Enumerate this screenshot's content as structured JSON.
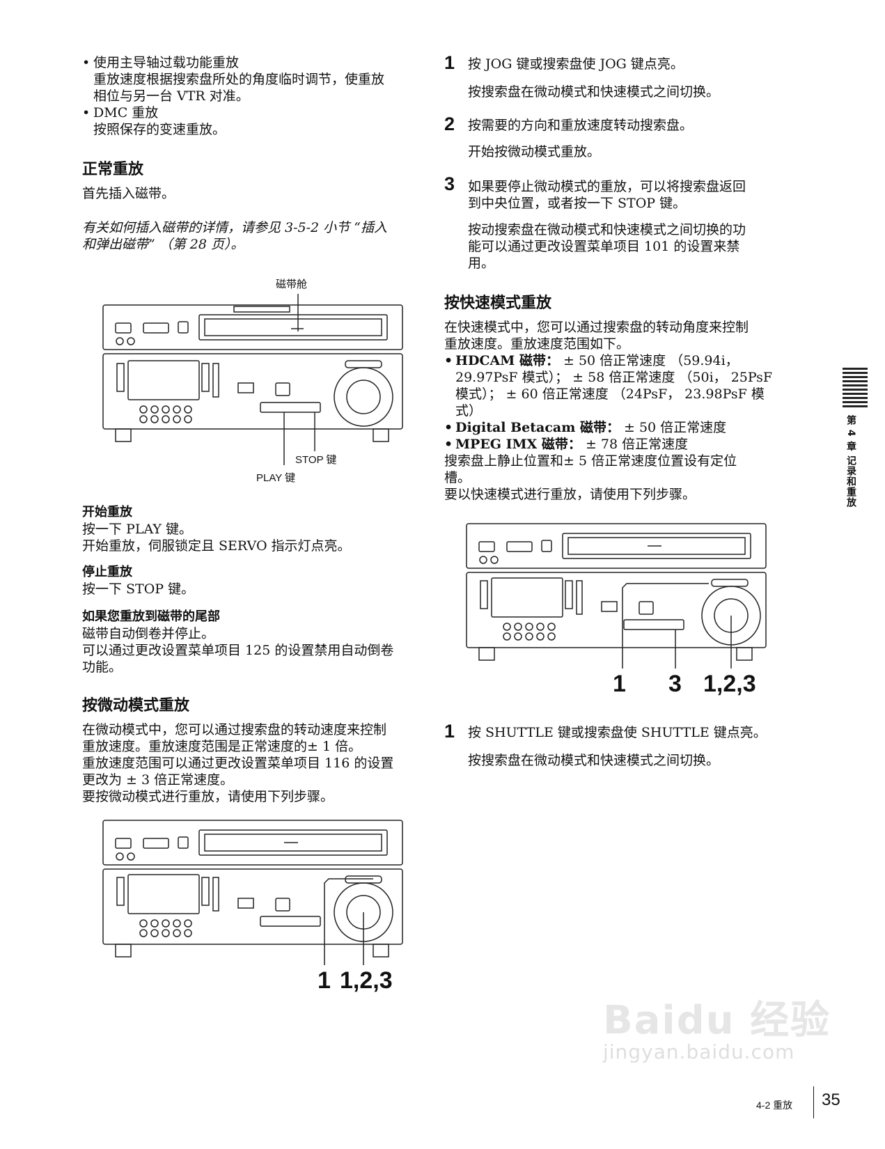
{
  "left": {
    "bullet1_title": "使用主导轴过载功能重放",
    "bullet1_body": [
      "重放速度根据搜索盘所处的角度临时调节，使重放",
      "相位与另一台 VTR 对准。"
    ],
    "bullet2_title": "DMC 重放",
    "bullet2_body": "按照保存的变速重放。",
    "sec_normal_title": "正常重放",
    "sec_normal_intro": "首先插入磁带。",
    "sec_normal_ref": [
      "有关如何插入磁带的详情，请参见 3-5-2 小节 “插入",
      "和弹出磁带” （第 28 页）。"
    ],
    "fig1_label_top": "磁带舱",
    "fig1_label_stop": "STOP 键",
    "fig1_label_play": "PLAY 键",
    "start_title": "开始重放",
    "start_body": [
      "按一下 PLAY 键。",
      "开始重放，伺服锁定且 SERVO 指示灯点亮。"
    ],
    "stop_title": "停止重放",
    "stop_body": "按一下 STOP 键。",
    "end_title": "如果您重放到磁带的尾部",
    "end_body": [
      "磁带自动倒卷并停止。",
      "可以通过更改设置菜单项目 125 的设置禁用自动倒卷",
      "功能。"
    ],
    "jog_title": "按微动模式重放",
    "jog_body": [
      "在微动模式中，您可以通过搜索盘的转动速度来控制",
      "重放速度。重放速度范围是正常速度的± 1 倍。",
      "重放速度范围可以通过更改设置菜单项目 116 的设置",
      "更改为 ± 3 倍正常速度。",
      "要按微动模式进行重放，请使用下列步骤。"
    ],
    "fig3_callout_a": "1",
    "fig3_callout_b": "1,2,3"
  },
  "right": {
    "step1_num": "1",
    "step1_text": "按 JOG 键或搜索盘使 JOG 键点亮。",
    "step1_note": "按搜索盘在微动模式和快速模式之间切换。",
    "step2_num": "2",
    "step2_text": "按需要的方向和重放速度转动搜索盘。",
    "step2_note": "开始按微动模式重放。",
    "step3_num": "3",
    "step3_text": [
      "如果要停止微动模式的重放，可以将搜索盘返回",
      "到中央位置，或者按一下 STOP 键。"
    ],
    "step3_note": [
      "按动搜索盘在微动模式和快速模式之间切换的功",
      "能可以通过更改设置菜单项目 101 的设置来禁",
      "用。"
    ],
    "shuttle_title": "按快速模式重放",
    "shuttle_intro": [
      "在快速模式中，您可以通过搜索盘的转动角度来控制",
      "重放速度。重放速度范围如下。"
    ],
    "hdcam_label": "HDCAM 磁带：",
    "hdcam_text": [
      "± 50 倍正常速度 （59.94i，",
      "29.97PsF 模式）； ± 58 倍正常速度 （50i， 25PsF",
      "模式）； ± 60 倍正常速度 （24PsF， 23.98PsF 模",
      "式）"
    ],
    "dbeta_label": "Digital Betacam 磁带：",
    "dbeta_text": "± 50 倍正常速度",
    "mpeg_label": "MPEG IMX 磁带：",
    "mpeg_text": "± 78 倍正常速度",
    "shuttle_after": [
      "搜索盘上静止位置和± 5 倍正常速度位置设有定位",
      "槽。",
      "要以快速模式进行重放，请使用下列步骤。"
    ],
    "fig2_callout_a": "1",
    "fig2_callout_b": "3",
    "fig2_callout_c": "1,2,3",
    "step_s1_num": "1",
    "step_s1_text": "按 SHUTTLE 键或搜索盘使 SHUTTLE 键点亮。",
    "step_s1_note": "按搜索盘在微动模式和快速模式之间切换。"
  },
  "side_tab": "第 4 章 记录和重放",
  "watermark": {
    "main": "Baidu 经验",
    "sub": "jingyan.baidu.com"
  },
  "footer": {
    "section": "4-2  重放",
    "page": "35"
  }
}
